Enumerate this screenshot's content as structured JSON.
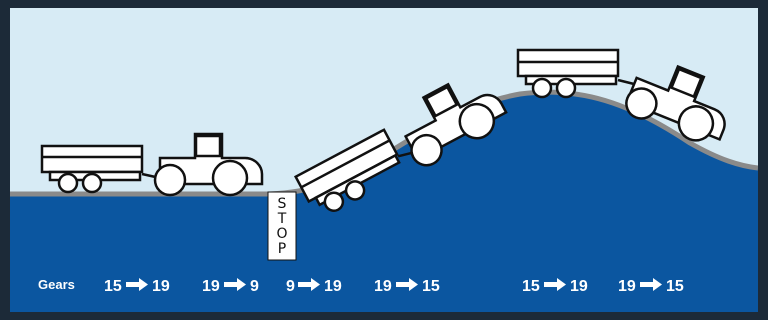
{
  "gears_label": "Gears",
  "stop_sign": [
    "S",
    "T",
    "O",
    "P"
  ],
  "gear_changes": [
    {
      "from": "15",
      "to": "19"
    },
    {
      "from": "19",
      "to": "9"
    },
    {
      "from": "9",
      "to": "19"
    },
    {
      "from": "19",
      "to": "15"
    },
    {
      "from": "15",
      "to": "19"
    },
    {
      "from": "19",
      "to": "15"
    }
  ],
  "colors": {
    "sky": "#d7ebf5",
    "ground": "#0b56a0",
    "road": "#8a8a8a",
    "vehicle_fill": "#ffffff",
    "vehicle_stroke": "#111111",
    "frame": "#1c2a38"
  }
}
